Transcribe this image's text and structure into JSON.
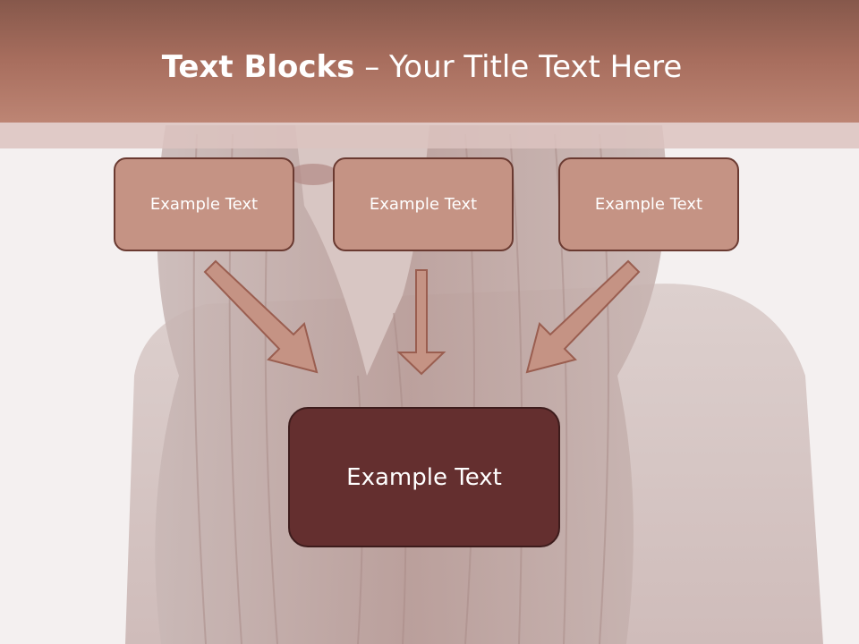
{
  "title": {
    "bold": "Text Blocks",
    "separator": " – ",
    "rest": "Your Title Text Here"
  },
  "boxes": {
    "top": [
      "Example Text",
      "Example Text",
      "Example Text"
    ],
    "main": "Example Text"
  },
  "colors": {
    "header": "#a86e5e",
    "box_fill": "#c59384",
    "box_border": "#6a3a31",
    "main_fill": "#642f2f",
    "arrow_fill": "#c59384",
    "arrow_border": "#9a5e50"
  }
}
